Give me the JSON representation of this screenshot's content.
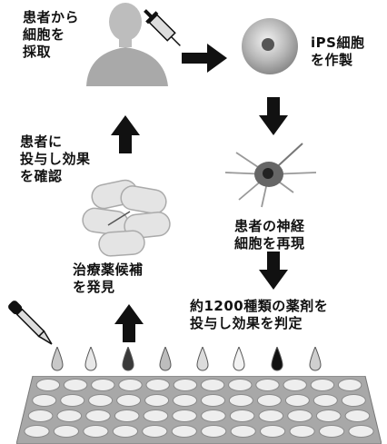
{
  "steps": {
    "collect_cells": "患者から\n細胞を\n採取",
    "make_ips": "iPS細胞\nを作製",
    "reproduce_neurons": "患者の神経\n細胞を再現",
    "test_drugs": "約1200種類の薬剤を\n投与し効果を判定",
    "find_candidate": "治療薬候補\nを発見",
    "confirm_effect": "患者に\n投与し効果\nを確認"
  },
  "icons": {
    "patient": "patient-silhouette",
    "syringe": "syringe",
    "ips_cell": "cell-sphere",
    "neuron": "neuron",
    "pills": "pill-tablets",
    "dropper": "dropper",
    "plate": "well-plate"
  },
  "colors": {
    "ink": "#111111",
    "arrow": "#111111",
    "cell_fill": "#b5b5b5",
    "neuron_fill": "#666666",
    "plate_fill": "#a8a8a8"
  }
}
